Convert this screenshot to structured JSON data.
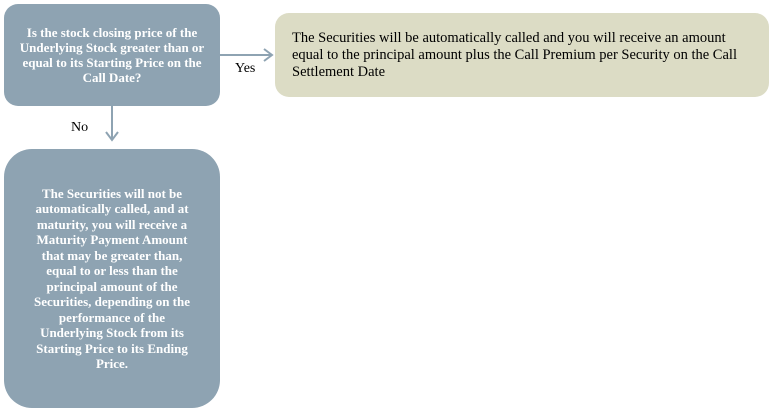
{
  "decision": {
    "question": "Is the stock closing price of the Underlying Stock greater than or equal to its Starting Price on the Call Date?"
  },
  "yes_branch": {
    "label": "Yes",
    "outcome": "The Securities will be automatically called and you will receive an amount equal to the principal amount plus the Call Premium per Security on the Call Settlement Date"
  },
  "no_branch": {
    "label": "No",
    "outcome": "The Securities will not be automatically called, and at maturity, you will receive a Maturity Payment Amount that may be greater than, equal to or less than the principal amount of the Securities, depending on the performance of the Underlying Stock from its Starting Price  to its Ending Price."
  },
  "colors": {
    "decision_fill": "#8ea3b2",
    "yes_fill": "#dcdcc5",
    "arrow": "#8ea3b2"
  }
}
